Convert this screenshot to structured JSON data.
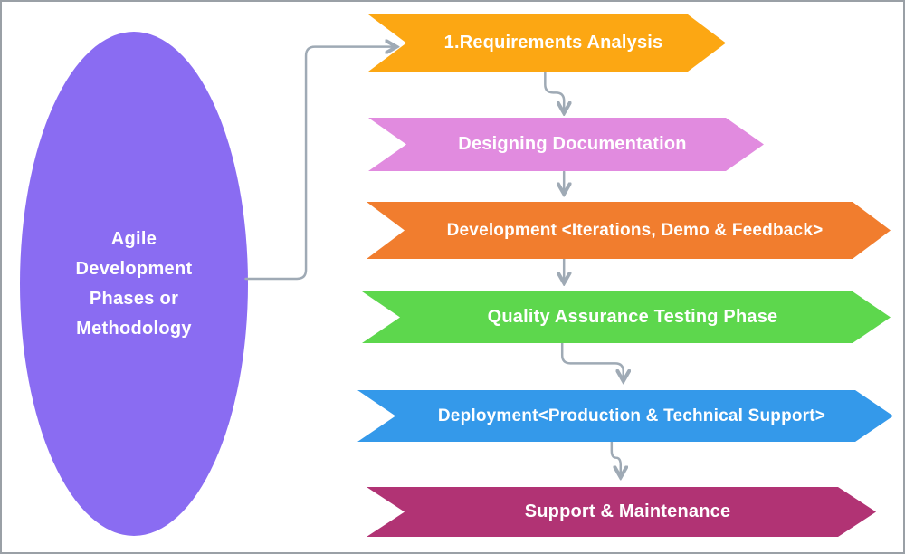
{
  "diagram": {
    "title_node": {
      "lines": [
        "Agile",
        "Development",
        "Phases or",
        "Methodology"
      ],
      "color": "#8a6cf2",
      "text_color": "#ffffff"
    },
    "phases": [
      {
        "label": "1.Requirements Analysis",
        "color": "#fca713"
      },
      {
        "label": "Designing Documentation",
        "color": "#e18bdf"
      },
      {
        "label": "Development <Iterations, Demo & Feedback>",
        "color": "#f17d2e"
      },
      {
        "label": "Quality Assurance Testing Phase",
        "color": "#5dd74d"
      },
      {
        "label": "Deployment<Production & Technical Support>",
        "color": "#3499ea"
      },
      {
        "label": "Support & Maintenance",
        "color": "#b13374"
      }
    ],
    "connector_color": "#9faab5",
    "background": "#ffffff",
    "border_color": "#9aa0a6"
  }
}
